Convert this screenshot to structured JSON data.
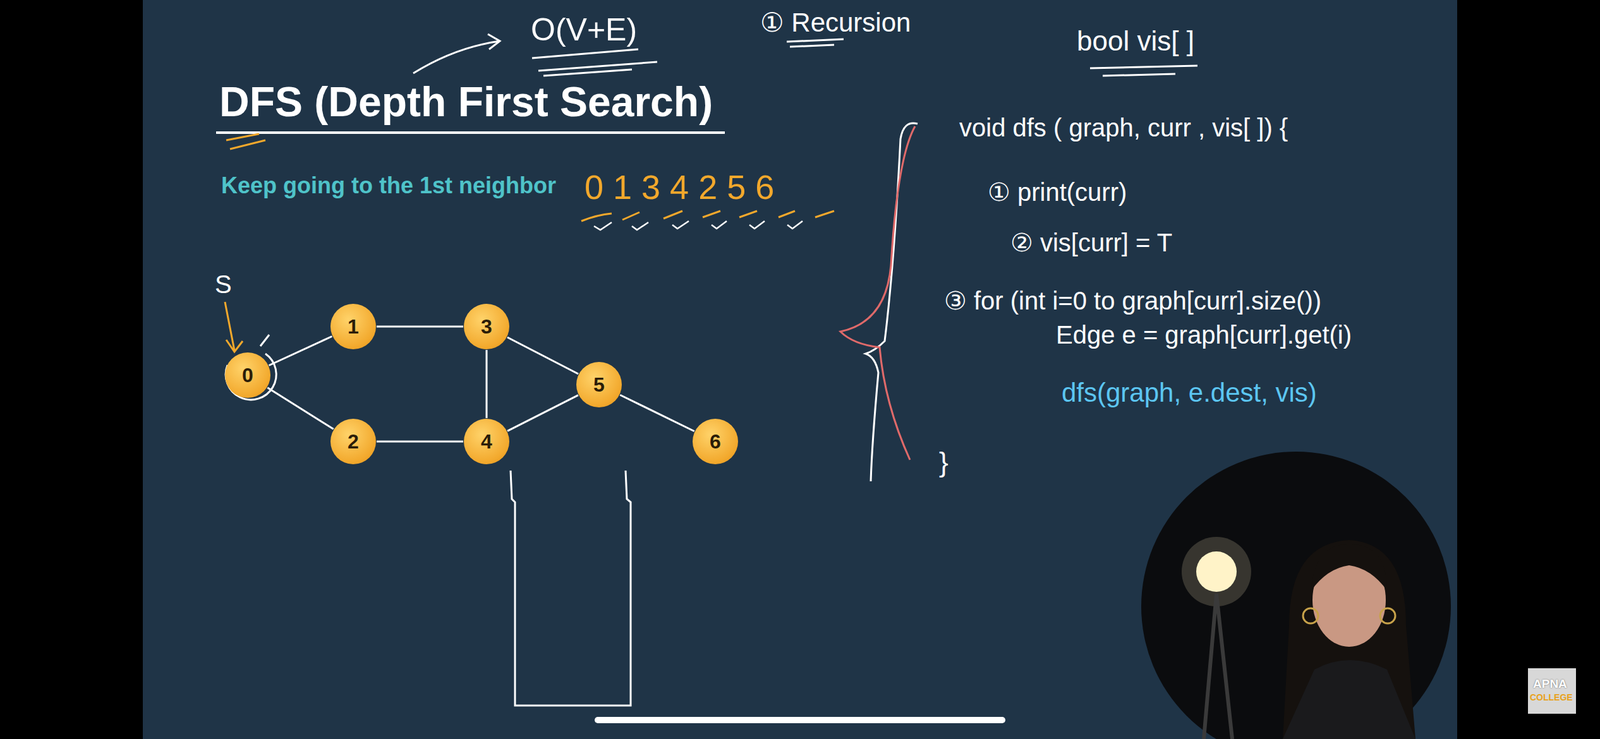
{
  "diagram": {
    "title": "DFS (Depth First Search)",
    "nodes": [
      {
        "text": [
          "0"
        ]
      },
      {
        "text": [
          "1"
        ]
      },
      {
        "text": [
          "2"
        ]
      },
      {
        "text": [
          "3"
        ]
      },
      {
        "text": [
          "4"
        ]
      },
      {
        "text": [
          "5"
        ]
      },
      {
        "text": [
          "6"
        ]
      }
    ],
    "edges": [
      {
        "from": 0,
        "to": 1,
        "arrow": "none"
      },
      {
        "from": 0,
        "to": 2,
        "arrow": "none"
      },
      {
        "from": 1,
        "to": 3,
        "arrow": "none"
      },
      {
        "from": 2,
        "to": 4,
        "arrow": "none"
      },
      {
        "from": 3,
        "to": 4,
        "arrow": "none"
      },
      {
        "from": 3,
        "to": 5,
        "arrow": "none"
      },
      {
        "from": 4,
        "to": 5,
        "arrow": "none"
      },
      {
        "from": 5,
        "to": 6,
        "arrow": "none"
      }
    ],
    "labels": [
      "Keep going to the 1st neighbor",
      "O(V+E)",
      "① Recursion",
      "bool vis[ ]",
      "0 1 3 4 2 5 6",
      "S",
      "void dfs ( graph, curr , vis[ ]) {",
      "① print(curr)",
      "② vis[curr] = T",
      "③ for (int i=0 to graph[curr].size())",
      "Edge e = graph[curr].get(i)",
      "dfs(graph, e.dest, vis)",
      "}",
      "APNA",
      "COLLEGE"
    ]
  }
}
